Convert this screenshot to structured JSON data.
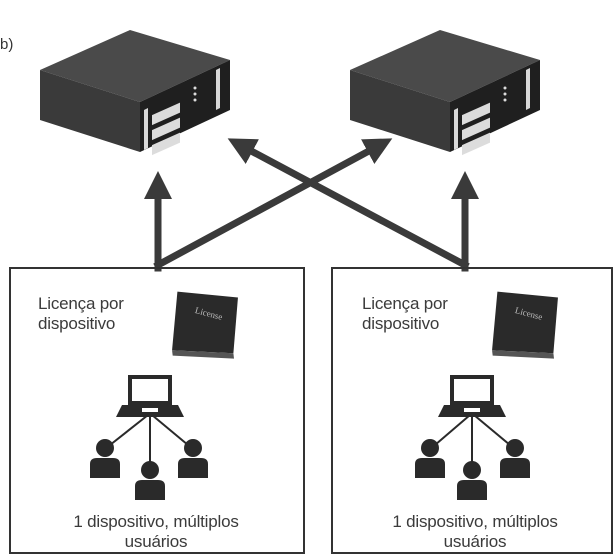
{
  "figure": {
    "label": "b)"
  },
  "panels": [
    {
      "license_text": "Licença por\ndispositivo",
      "license_book_text": "License",
      "caption": "1 dispositivo, múltiplos\nusuários"
    },
    {
      "license_text": "Licença por\ndispositivo",
      "license_book_text": "License",
      "caption": "1 dispositivo, múltiplos\nusuários"
    }
  ],
  "colors": {
    "ink": "#2d2d2d",
    "arrow": "#3a3a3a",
    "server_top": "#4a4a4a",
    "server_front": "#1e1e1e",
    "book": "#2a2a2a"
  }
}
